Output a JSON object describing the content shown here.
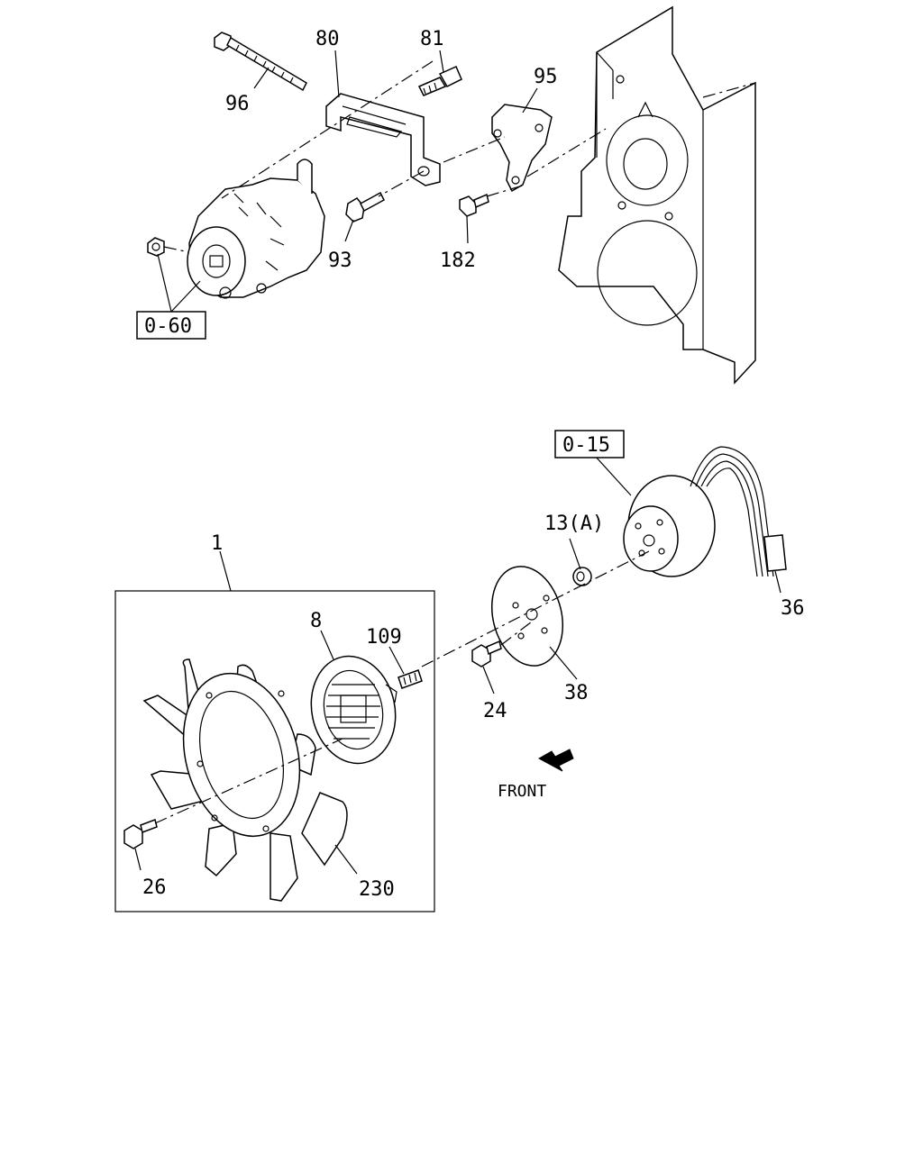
{
  "labels": {
    "p96": "96",
    "p80": "80",
    "p81": "81",
    "p95": "95",
    "p93": "93",
    "p182": "182",
    "ref_060": "0-60",
    "ref_015": "0-15",
    "p1": "1",
    "p13a": "13(A)",
    "p8": "8",
    "p109": "109",
    "p36": "36",
    "p38": "38",
    "p24": "24",
    "p26": "26",
    "p230": "230",
    "front": "FRONT"
  }
}
